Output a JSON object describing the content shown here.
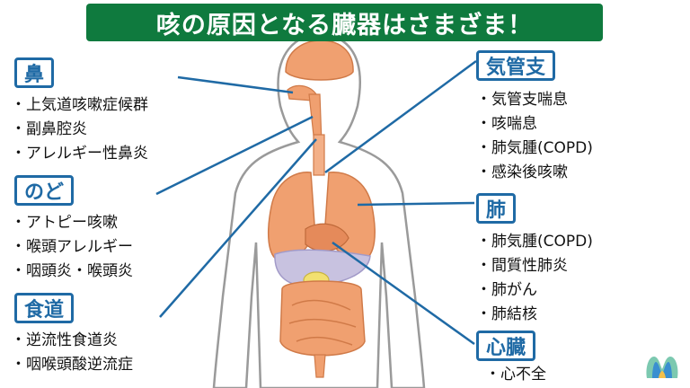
{
  "title": "咳の原因となる臓器はさまざま！",
  "left": [
    {
      "label": "鼻",
      "items": [
        "上気道咳嗽症候群",
        "副鼻腔炎",
        "アレルギー性鼻炎"
      ]
    },
    {
      "label": "のど",
      "items": [
        "アトピー咳嗽",
        "喉頭アレルギー",
        "咽頭炎・喉頭炎"
      ]
    },
    {
      "label": "食道",
      "items": [
        "逆流性食道炎",
        "咽喉頭酸逆流症"
      ]
    }
  ],
  "right": [
    {
      "label": "気管支",
      "items": [
        "気管支喘息",
        "咳喘息",
        "肺気腫(COPD)",
        "感染後咳嗽"
      ]
    },
    {
      "label": "肺",
      "items": [
        "肺気腫(COPD)",
        "間質性肺炎",
        "肺がん",
        "肺結核"
      ]
    },
    {
      "label": "心臓",
      "items": [
        "心不全"
      ]
    }
  ],
  "colors": {
    "title_bg": "#0f7a3e",
    "accent": "#1f6aa5",
    "organ": "#f0a070",
    "body_outline": "#9a9a9a"
  }
}
